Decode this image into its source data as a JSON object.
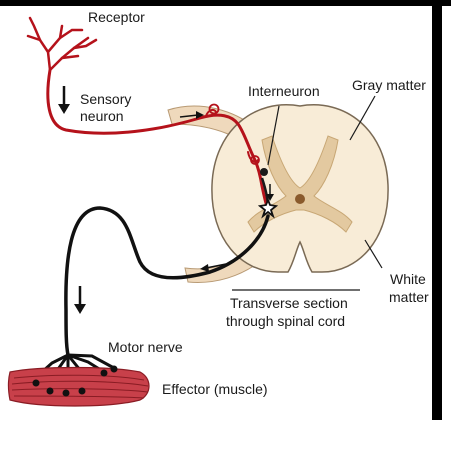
{
  "labels": {
    "receptor": "Receptor",
    "sensory_line1": "Sensory",
    "sensory_line2": "neuron",
    "interneuron": "Interneuron",
    "gray_matter": "Gray matter",
    "white_line1": "White",
    "white_line2": "matter",
    "section_line1": "Transverse section",
    "section_line2": "through spinal cord",
    "motor_nerve": "Motor nerve",
    "effector": "Effector (muscle)"
  },
  "colors": {
    "sensory_neuron": "#b5121b",
    "motor_neuron": "#111111",
    "white_matter": "#f8ecd7",
    "gray_matter": "#e3c9a0",
    "nerve_root": "#efd9bc",
    "muscle": "#c8404a",
    "frame": "#000000"
  }
}
